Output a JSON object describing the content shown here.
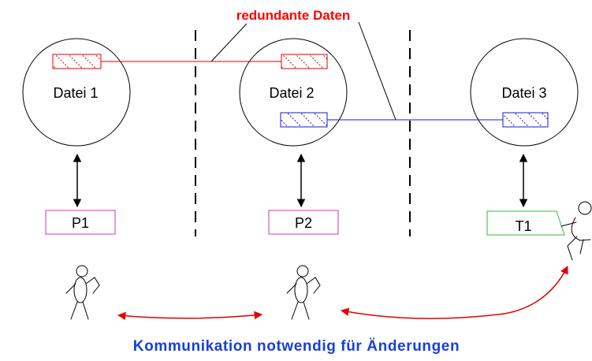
{
  "title": "redundante Daten",
  "files": [
    {
      "label": "Datei 1"
    },
    {
      "label": "Datei 2"
    },
    {
      "label": "Datei 3"
    }
  ],
  "programs": [
    {
      "label": "P1",
      "color": "#cc33cc"
    },
    {
      "label": "P2",
      "color": "#cc33cc"
    },
    {
      "label": "T1",
      "color": "#33bb33"
    }
  ],
  "colors": {
    "redundant_red": "#e00000",
    "redundant_blue": "#1a1acc",
    "communication_arrow": "#e00000",
    "footer_text": "#1a3fd6"
  },
  "footer": "Kommunikation notwendig für Änderungen"
}
